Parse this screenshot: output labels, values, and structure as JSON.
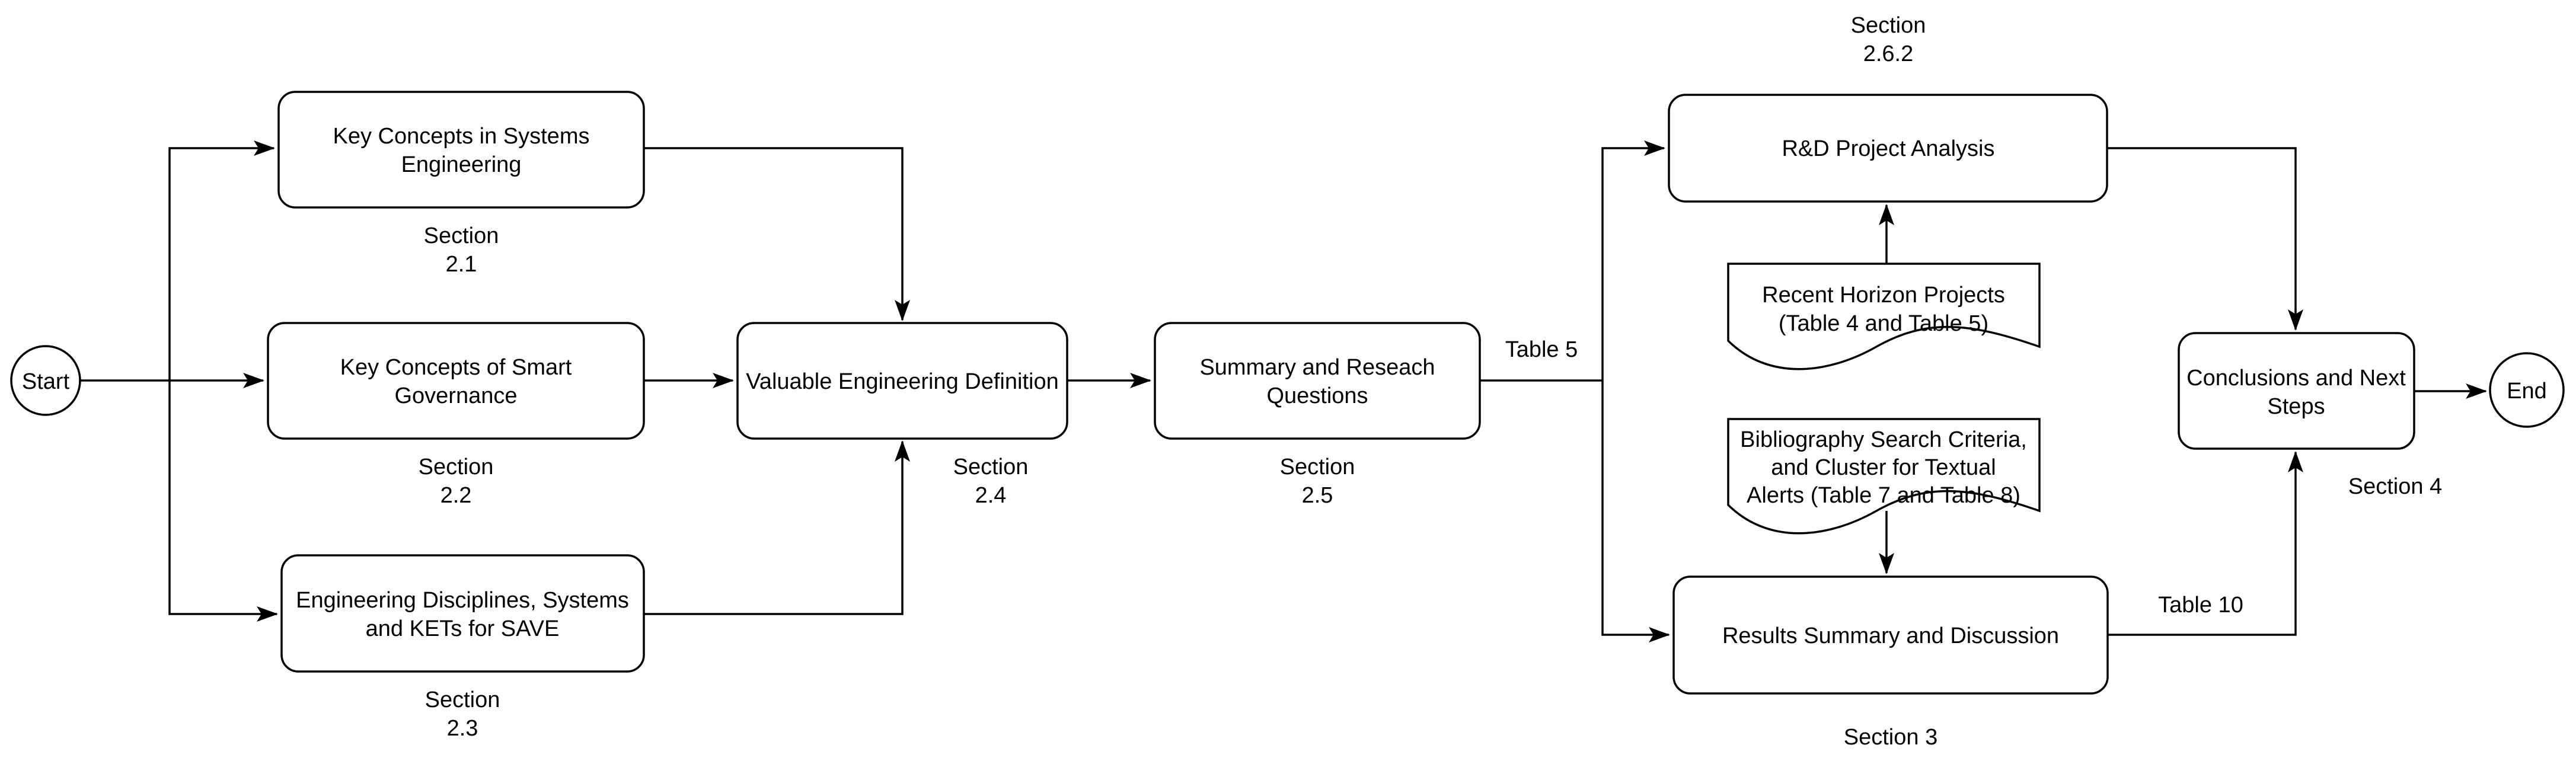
{
  "diagram": {
    "background_color": "#ffffff",
    "stroke_color": "#000000",
    "text_color": "#000000",
    "terminals": {
      "start": {
        "label": "Start"
      },
      "end": {
        "label": "End"
      }
    },
    "nodes": {
      "key_concepts_se": {
        "lines": [
          "Key Concepts in Systems",
          "Engineering"
        ],
        "caption": [
          "Section",
          "2.1"
        ]
      },
      "key_concepts_sg": {
        "lines": [
          "Key Concepts of Smart",
          "Governance"
        ],
        "caption": [
          "Section",
          "2.2"
        ]
      },
      "eng_disciplines": {
        "lines": [
          "Engineering Disciplines, Systems",
          "and KETs for SAVE"
        ],
        "caption": [
          "Section",
          "2.3"
        ]
      },
      "valuable_engineering": {
        "lines": [
          "Valuable Engineering Definition"
        ],
        "caption": [
          "Section",
          "2.4"
        ]
      },
      "summary_research": {
        "lines": [
          "Summary and Reseach",
          "Questions"
        ],
        "caption": [
          "Section",
          "2.5"
        ]
      },
      "rd_project_analysis": {
        "lines": [
          "R&D Project Analysis"
        ],
        "caption": [
          "Section",
          "2.6.2"
        ]
      },
      "results_summary": {
        "lines": [
          "Results Summary and Discussion"
        ],
        "caption": [
          "Section 3"
        ]
      },
      "conclusions": {
        "lines": [
          "Conclusions and Next",
          "Steps"
        ],
        "caption": [
          "Section 4"
        ]
      }
    },
    "documents": {
      "horizon_projects": {
        "lines": [
          "Recent Horizon Projects",
          "(Table 4 and Table 5)"
        ]
      },
      "bibliography": {
        "lines": [
          "Bibliography Search Criteria,",
          "and Cluster for Textual",
          "Alerts (Table 7 and Table 8)"
        ]
      }
    },
    "edge_labels": {
      "table5": "Table 5",
      "table10": "Table 10"
    }
  }
}
